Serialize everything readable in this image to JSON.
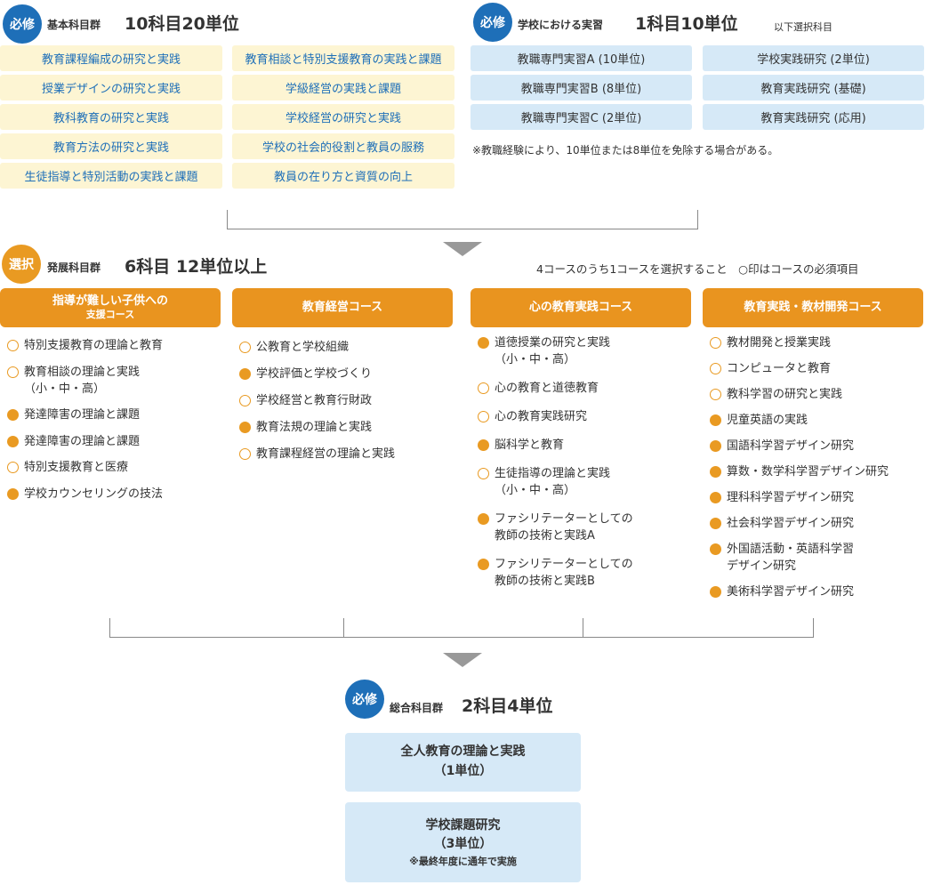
{
  "required_basic": {
    "badge": "必修",
    "label": "基本科目群",
    "title": "10科目20単位",
    "left_items": [
      "教育課程編成の研究と実践",
      "授業デザインの研究と実践",
      "教科教育の研究と実践",
      "教育方法の研究と実践",
      "生徒指導と特別活動の実践と課題"
    ],
    "right_items": [
      "教育相談と特別支援教育の実践と課題",
      "学級経営の実践と課題",
      "学校経営の研究と実践",
      "学校の社会的役割と教員の服務",
      "教員の在り方と資質の向上"
    ]
  },
  "required_practice": {
    "badge": "必修",
    "label": "学校における実習",
    "title": "1科目10単位",
    "select_note": "以下選択科目",
    "left_items": [
      "教職専門実習A (10単位)",
      "教職専門実習B (8単位)",
      "教職専門実習C (2単位)"
    ],
    "right_items": [
      "学校実践研究 (2単位)",
      "教育実践研究 (基礎)",
      "教育実践研究 (応用)"
    ],
    "footnote": "※教職経験により、10単位または8単位を免除する場合がある。"
  },
  "elective": {
    "badge": "選択",
    "label": "発展科目群",
    "title": "6科目 12単位以上",
    "note": "4コースのうち1コースを選択すること　○印はコースの必須項目",
    "courses": [
      {
        "title": "指導が難しい子供への",
        "subtitle": "支援コース",
        "items": [
          {
            "t": "特別支援教育の理論と教育",
            "m": "open"
          },
          {
            "t": "教育相談の理論と実践",
            "t2": "（小・中・高）",
            "m": "open"
          },
          {
            "t": "発達障害の理論と課題",
            "m": "fill"
          },
          {
            "t": "発達障害の理論と課題",
            "m": "fill"
          },
          {
            "t": "特別支援教育と医療",
            "m": "open"
          },
          {
            "t": "学校カウンセリングの技法",
            "m": "fill"
          }
        ]
      },
      {
        "title": "教育経営コース",
        "subtitle": "",
        "items": [
          {
            "t": "公教育と学校組織",
            "m": "open"
          },
          {
            "t": "学校評価と学校づくり",
            "m": "fill"
          },
          {
            "t": "学校経営と教育行財政",
            "m": "open"
          },
          {
            "t": "教育法規の理論と実践",
            "m": "fill"
          },
          {
            "t": "教育課程経営の理論と実践",
            "m": "open"
          }
        ]
      },
      {
        "title": "心の教育実践コース",
        "subtitle": "",
        "items": [
          {
            "t": "道徳授業の研究と実践",
            "t2": "（小・中・高）",
            "m": "fill"
          },
          {
            "t": "心の教育と道徳教育",
            "m": "open"
          },
          {
            "t": "心の教育実践研究",
            "m": "open"
          },
          {
            "t": "脳科学と教育",
            "m": "fill"
          },
          {
            "t": "生徒指導の理論と実践",
            "t2": "（小・中・高）",
            "m": "open"
          },
          {
            "t": "ファシリテーターとしての",
            "t2": "教師の技術と実践A",
            "m": "fill"
          },
          {
            "t": "ファシリテーターとしての",
            "t2": "教師の技術と実践B",
            "m": "fill"
          }
        ]
      },
      {
        "title": "教育実践・教材開発コース",
        "subtitle": "",
        "items": [
          {
            "t": "教材開発と授業実践",
            "m": "open"
          },
          {
            "t": "コンピュータと教育",
            "m": "open"
          },
          {
            "t": "教科学習の研究と実践",
            "m": "open"
          },
          {
            "t": "児童英語の実践",
            "m": "fill"
          },
          {
            "t": "国語科学習デザイン研究",
            "m": "fill"
          },
          {
            "t": "算数・数学科学習デザイン研究",
            "m": "fill"
          },
          {
            "t": "理科科学習デザイン研究",
            "m": "fill"
          },
          {
            "t": "社会科学習デザイン研究",
            "m": "fill"
          },
          {
            "t": "外国語活動・英語科学習",
            "t2": "デザイン研究",
            "m": "fill"
          },
          {
            "t": "美術科学習デザイン研究",
            "m": "fill"
          }
        ]
      }
    ]
  },
  "required_integrated": {
    "badge": "必修",
    "label": "総合科目群",
    "title": "2科目4単位",
    "box1_title": "全人教育の理論と実践",
    "box1_units": "（1単位）",
    "box2_title": "学校課題研究",
    "box2_units": "（3単位）",
    "box2_note": "※最終年度に通年で実施"
  },
  "colors": {
    "blue_badge": "#1e6fb8",
    "orange": "#e99a22",
    "yellow_box": "#fdf5d3",
    "light_blue_box": "#d6e9f7"
  }
}
